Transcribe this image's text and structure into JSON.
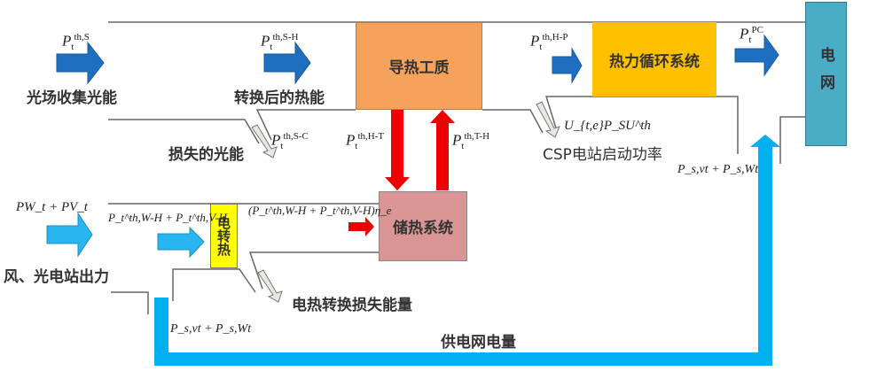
{
  "boxes": {
    "heat_medium": "导热工质",
    "thermal_cycle": "热力循环系统",
    "grid": "电网",
    "storage": "储热系统",
    "e2h": "电转热"
  },
  "labels": {
    "solar_collected": "光场收集光能",
    "converted_heat": "转换后的热能",
    "lost_light": "损失的光能",
    "csp_startup": "CSP电站启动功率",
    "wind_pv_output": "风、光电站出力",
    "e2h_loss": "电热转换损失能量",
    "grid_supply": "供电网电量"
  },
  "formulas": {
    "p_s": {
      "base": "P",
      "sub": "t",
      "sup": "th,S"
    },
    "p_sh": {
      "base": "P",
      "sub": "t",
      "sup": "th,S-H"
    },
    "p_sc": {
      "base": "P",
      "sub": "t",
      "sup": "th,S-C"
    },
    "p_ht": {
      "base": "P",
      "sub": "t",
      "sup": "th,H-T"
    },
    "p_th": {
      "base": "P",
      "sub": "t",
      "sup": "th,T-H"
    },
    "p_hp": {
      "base": "P",
      "sub": "t",
      "sup": "th,H-P"
    },
    "p_pc": {
      "base": "P",
      "sub": "t",
      "sup": "PC"
    },
    "u_psu": "U_{t,e}P_SU^th",
    "ps_sum_right": "P_s,vt + P_s,Wt",
    "ps_sum_left": "P_s,vt + P_s,Wt",
    "pw_pv": "PW_t + PV_t",
    "p_wh_vh": "P_t^th,W-H + P_t^th,V-H",
    "eta_expr": "(P_t^th,W-H + P_t^th,V-H)η_e"
  },
  "colors": {
    "orange": "#F5A25D",
    "gold": "#FFC000",
    "grid": "#4BACC6",
    "storage": "#D99694",
    "yellow": "#FFFF00",
    "blue_arrow": "#1F6FC0",
    "cyan": "#00B0F0",
    "red": "#FF0000"
  }
}
